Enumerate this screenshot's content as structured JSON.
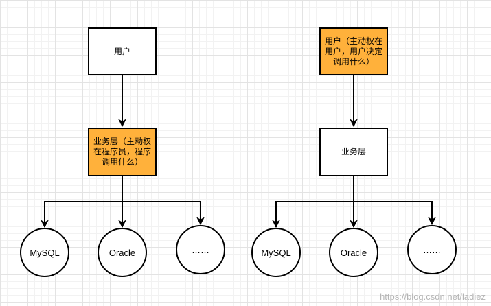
{
  "diagram": {
    "left": {
      "top_node": "用户",
      "middle_node": "业务层（主动权在程序员，程序调用什么）",
      "bottom_nodes": [
        "MySQL",
        "Oracle",
        "……"
      ]
    },
    "right": {
      "top_node": "用户（主动权在用户，用户决定调用什么）",
      "middle_node": "业务层",
      "bottom_nodes": [
        "MySQL",
        "Oracle",
        "……"
      ]
    }
  },
  "colors": {
    "highlight": "#ffb13b",
    "stroke": "#000000",
    "grid": "#e3e3e3"
  },
  "watermark": "https://blog.csdn.net/ladiez"
}
